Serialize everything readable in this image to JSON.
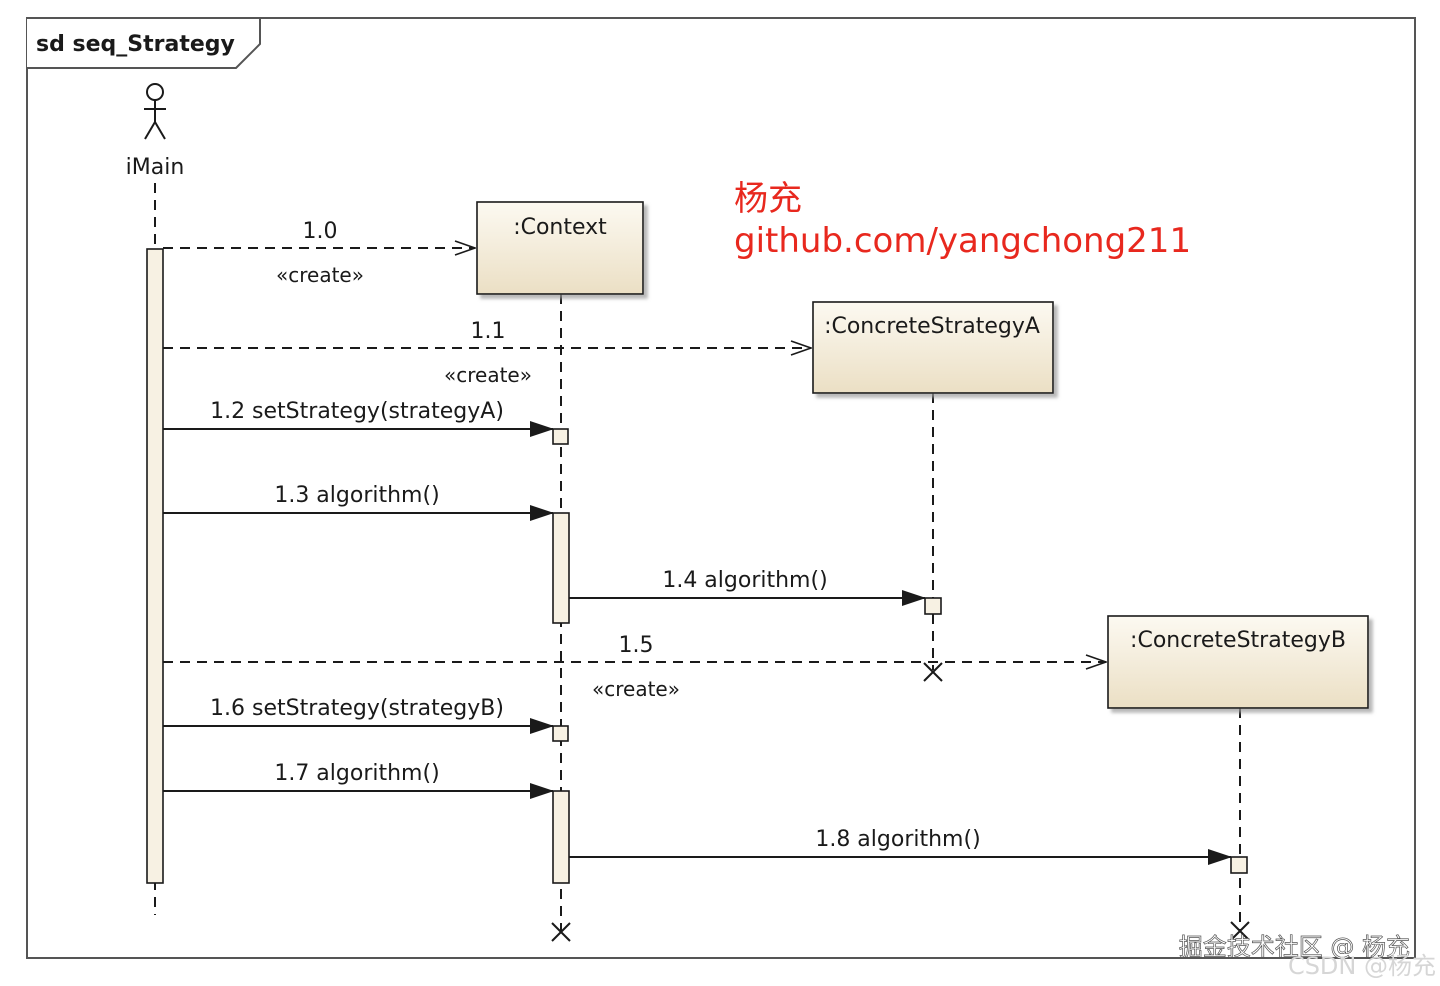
{
  "frame": {
    "title": "sd seq_Strategy"
  },
  "actor": {
    "name": "iMain"
  },
  "lifelines": [
    {
      "id": "context",
      "name": ":Context"
    },
    {
      "id": "strategyA",
      "name": ":ConcreteStrategyA"
    },
    {
      "id": "strategyB",
      "name": ":ConcreteStrategyB"
    }
  ],
  "messages": [
    {
      "number": "1.0",
      "label": "1.0",
      "stereotype": "«create»",
      "from": "iMain",
      "to": "context",
      "kind": "create"
    },
    {
      "number": "1.1",
      "label": "1.1",
      "stereotype": "«create»",
      "from": "iMain",
      "to": "strategyA",
      "kind": "create"
    },
    {
      "number": "1.2",
      "label": "1.2 setStrategy(strategyA)",
      "from": "iMain",
      "to": "context",
      "kind": "sync"
    },
    {
      "number": "1.3",
      "label": "1.3 algorithm()",
      "from": "iMain",
      "to": "context",
      "kind": "sync"
    },
    {
      "number": "1.4",
      "label": "1.4 algorithm()",
      "from": "context",
      "to": "strategyA",
      "kind": "sync"
    },
    {
      "number": "1.5",
      "label": "1.5",
      "stereotype": "«create»",
      "from": "iMain",
      "to": "strategyB",
      "kind": "create"
    },
    {
      "number": "1.6",
      "label": "1.6 setStrategy(strategyB)",
      "from": "iMain",
      "to": "context",
      "kind": "sync"
    },
    {
      "number": "1.7",
      "label": "1.7 algorithm()",
      "from": "iMain",
      "to": "context",
      "kind": "sync"
    },
    {
      "number": "1.8",
      "label": "1.8 algorithm()",
      "from": "context",
      "to": "strategyB",
      "kind": "sync"
    }
  ],
  "annotation": {
    "author": "杨充",
    "link": "github.com/yangchong211",
    "color": "#e8281e"
  },
  "watermark": {
    "line1": "掘金技术社区 @ 杨充",
    "line2": "CSDN @杨充"
  },
  "colors": {
    "box_fill": "#f7f1e3",
    "box_fill_dark": "#ebdfc4",
    "line": "#1a1a1a"
  }
}
